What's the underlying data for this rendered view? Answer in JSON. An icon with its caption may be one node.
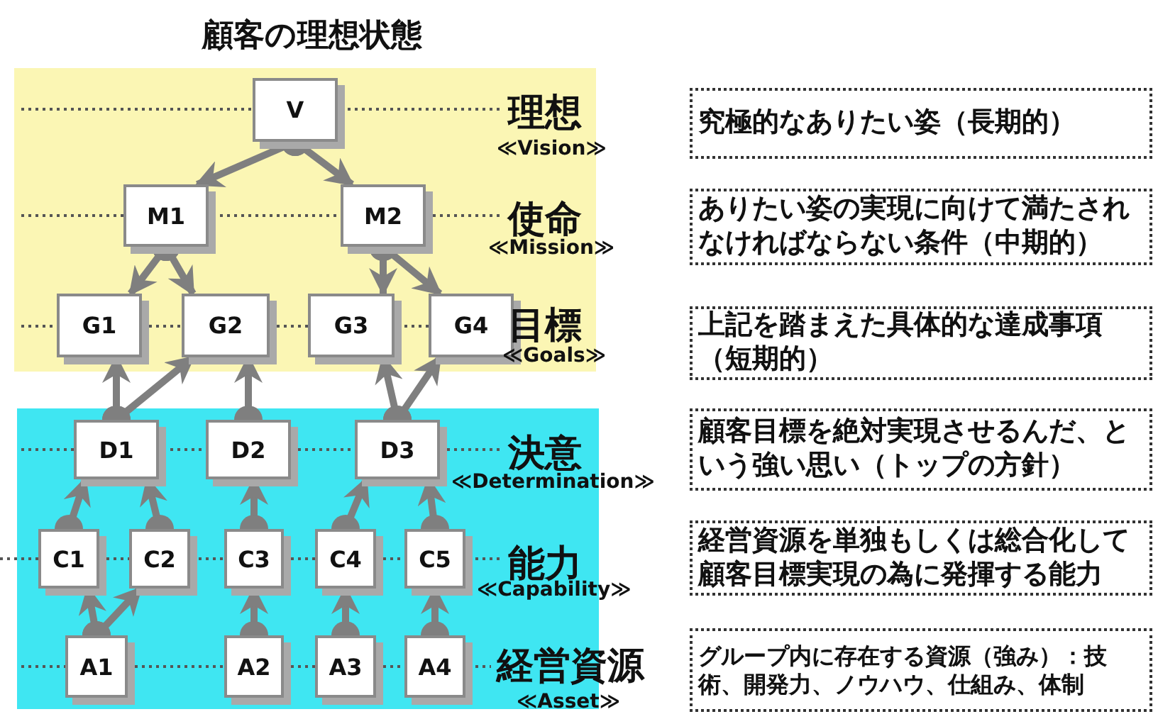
{
  "diagram": {
    "title": "顧客の理想状態",
    "nodes": [
      {
        "text": [
          "V"
        ]
      },
      {
        "text": [
          "M1"
        ]
      },
      {
        "text": [
          "M2"
        ]
      },
      {
        "text": [
          "G1"
        ]
      },
      {
        "text": [
          "G2"
        ]
      },
      {
        "text": [
          "G3"
        ]
      },
      {
        "text": [
          "G4"
        ]
      },
      {
        "text": [
          "D1"
        ]
      },
      {
        "text": [
          "D2"
        ]
      },
      {
        "text": [
          "D3"
        ]
      },
      {
        "text": [
          "C1"
        ]
      },
      {
        "text": [
          "C2"
        ]
      },
      {
        "text": [
          "C3"
        ]
      },
      {
        "text": [
          "C4"
        ]
      },
      {
        "text": [
          "C5"
        ]
      },
      {
        "text": [
          "A1"
        ]
      },
      {
        "text": [
          "A2"
        ]
      },
      {
        "text": [
          "A3"
        ]
      },
      {
        "text": [
          "A4"
        ]
      },
      {
        "text": [
          "究極的なありたい姿（長期的）"
        ]
      },
      {
        "text": [
          "ありたい姿の実現に向けて満たされなければならない条件（中期的）"
        ]
      },
      {
        "text": [
          "上記を踏まえた具体的な達成事項（短期的）"
        ]
      },
      {
        "text": [
          "顧客目標を絶対実現させるんだ、という強い思い（トップの方針）"
        ]
      },
      {
        "text": [
          "経営資源を単独もしくは総合化して顧客目標実現の為に発揮する能力"
        ]
      },
      {
        "text": [
          "グループ内に存在する資源（強み）：技術、開発力、ノウハウ、仕組み、体制"
        ]
      }
    ],
    "edges": [
      {
        "from": 0,
        "to": 1,
        "arrow": "to"
      },
      {
        "from": 0,
        "to": 2,
        "arrow": "to"
      },
      {
        "from": 1,
        "to": 3,
        "arrow": "to"
      },
      {
        "from": 1,
        "to": 4,
        "arrow": "to"
      },
      {
        "from": 2,
        "to": 5,
        "arrow": "to"
      },
      {
        "from": 2,
        "to": 6,
        "arrow": "to"
      },
      {
        "from": 7,
        "to": 3,
        "arrow": "to"
      },
      {
        "from": 7,
        "to": 4,
        "arrow": "to"
      },
      {
        "from": 8,
        "to": 4,
        "arrow": "to"
      },
      {
        "from": 9,
        "to": 5,
        "arrow": "to"
      },
      {
        "from": 9,
        "to": 6,
        "arrow": "to"
      },
      {
        "from": 10,
        "to": 7,
        "arrow": "to"
      },
      {
        "from": 11,
        "to": 7,
        "arrow": "to"
      },
      {
        "from": 12,
        "to": 8,
        "arrow": "to"
      },
      {
        "from": 13,
        "to": 9,
        "arrow": "to"
      },
      {
        "from": 14,
        "to": 9,
        "arrow": "to"
      },
      {
        "from": 15,
        "to": 10,
        "arrow": "to"
      },
      {
        "from": 15,
        "to": 11,
        "arrow": "to"
      },
      {
        "from": 16,
        "to": 12,
        "arrow": "to"
      },
      {
        "from": 17,
        "to": 13,
        "arrow": "to"
      },
      {
        "from": 18,
        "to": 14,
        "arrow": "to"
      }
    ],
    "labels": [
      "理想",
      "≪Vision≫",
      "使命",
      "≪Mission≫",
      "目標",
      "≪Goals≫",
      "決意",
      "≪Determination≫",
      "能力",
      "≪Capability≫",
      "経営資源",
      "≪Asset≫"
    ]
  }
}
